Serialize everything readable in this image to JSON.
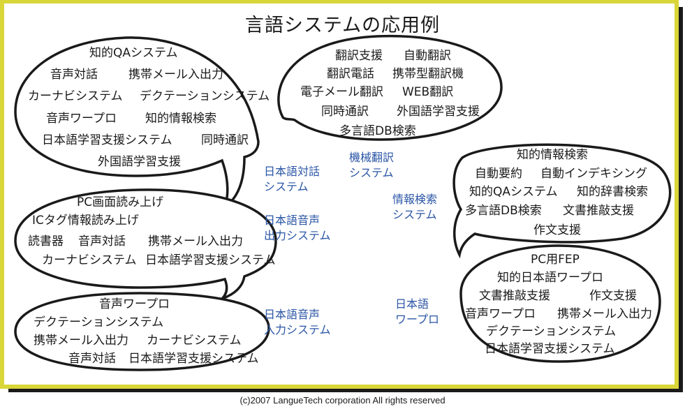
{
  "title": "言語システムの応用例",
  "footer": "(c)2007 LangueTech corporation All rights reserved",
  "colors": {
    "background": "#ffffff",
    "frame_border": "#d9d63a",
    "frame_shadow": "#1a1a1a",
    "category_text": "#2a55a5",
    "bubble_stroke": "#1a1a1a"
  },
  "categories": {
    "dialogue": [
      "日本語対話",
      "システム"
    ],
    "speech_output": [
      "日本語音声",
      "出力システム"
    ],
    "speech_input": [
      "日本語音声",
      "入力システム"
    ],
    "mt": [
      "機械翻訳",
      "システム"
    ],
    "ir": [
      "情報検索",
      "システム"
    ],
    "wp": [
      "日本語",
      "ワープロ"
    ]
  },
  "bubbles": {
    "dialogue": [
      "知的QAシステム",
      "音声対話",
      "携帯メール入出力",
      "カーナビシステム",
      "デクテーションシステム",
      "音声ワープロ",
      "知的情報検索",
      "日本語学習支援システム",
      "同時通訳",
      "外国語学習支援"
    ],
    "speech_output": [
      "PC画面読み上げ",
      "ICタグ情報読み上げ",
      "読書器",
      "音声対話",
      "携帯メール入出力",
      "カーナビシステム",
      "日本語学習支援システム"
    ],
    "speech_input": [
      "音声ワープロ",
      "デクテーションシステム",
      "携帯メール入出力",
      "カーナビシステム",
      "音声対話",
      "日本語学習支援システム"
    ],
    "mt": [
      "翻訳支援",
      "自動翻訳",
      "翻訳電話",
      "携帯型翻訳機",
      "電子メール翻訳",
      "WEB翻訳",
      "同時通訳",
      "外国語学習支援",
      "多言語DB検索"
    ],
    "ir": [
      "知的情報検索",
      "自動要約",
      "自動インデキシング",
      "知的QAシステム",
      "知的辞書検索",
      "多言語DB検索",
      "文書推敲支援",
      "作文支援"
    ],
    "wp": [
      "PC用FEP",
      "知的日本語ワープロ",
      "文書推敲支援",
      "作文支援",
      "音声ワープロ",
      "携帯メール入出力",
      "デクテーションシステム",
      "日本語学習支援システム"
    ]
  }
}
